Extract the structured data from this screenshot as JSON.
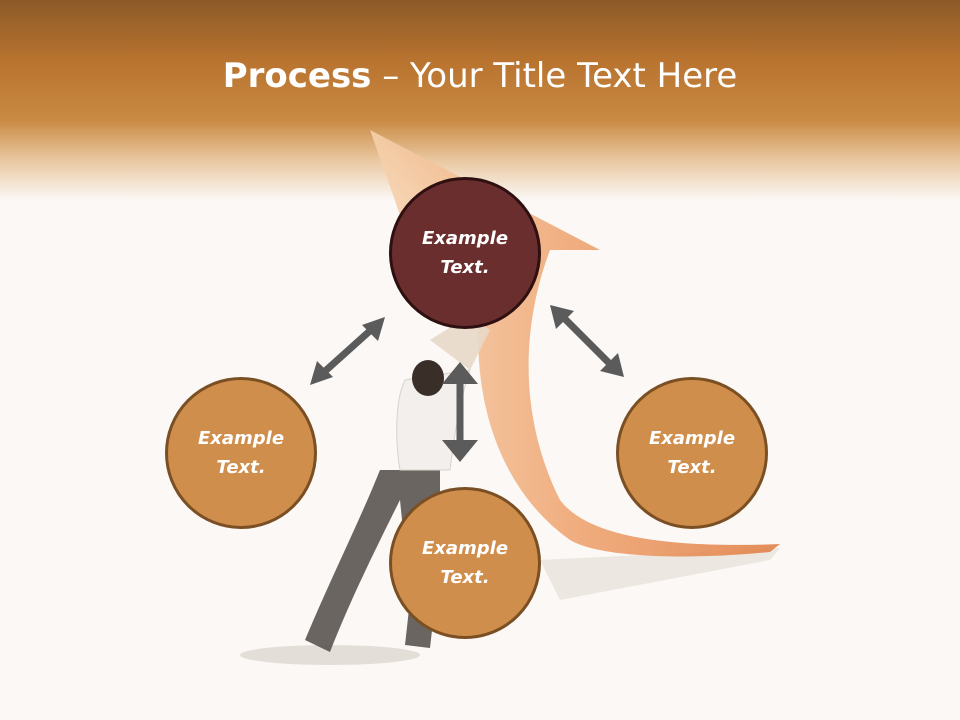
{
  "title": {
    "bold": "Process",
    "rest": " – Your Title Text Here"
  },
  "circles": {
    "top": "Example\nText.",
    "left": "Example\nText.",
    "right": "Example\nText.",
    "bottom": "Example\nText."
  },
  "colors": {
    "header": "#b8732f",
    "circle_fill": "#d08e4c",
    "circle_top_fill": "#6b2e2e",
    "arrow": "#5b5b5b",
    "background": "#fbf8f5"
  },
  "icons": [
    "double-arrow-icon"
  ]
}
